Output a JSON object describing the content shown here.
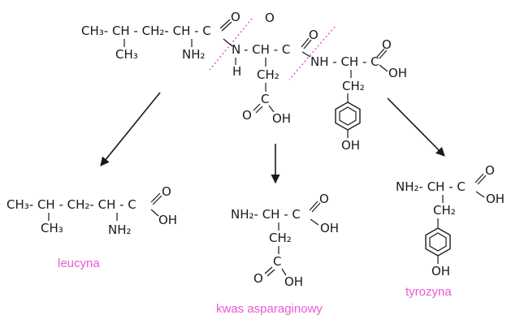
{
  "colors": {
    "ink": "#1a1a1a",
    "accent": "#e85bd2",
    "background": "#ffffff"
  },
  "tripeptide": {
    "leu_main": "CH₃- CH - CH₂- CH - C",
    "leu_o": "O",
    "leu_ch3": "CH₃",
    "leu_nh2": "NH₂",
    "stray_o": "O",
    "pep1_n": "N",
    "pep1_h": "H",
    "asp_main": "- CH - C",
    "asp_o": "O",
    "asp_ch2": "CH₂",
    "asp_c": "C",
    "asp_o2": "O",
    "asp_oh": "OH",
    "tyr_main": "NH - CH - C",
    "tyr_o": "O",
    "tyr_oh": "OH",
    "tyr_ch2": "CH₂",
    "tyr_ring_oh": "OH"
  },
  "leucine": {
    "main": "CH₃- CH - CH₂- CH - C",
    "o": "O",
    "oh": "OH",
    "ch3": "CH₃",
    "nh2": "NH₂",
    "name": "leucyna"
  },
  "aspartic": {
    "main": "NH₂- CH - C",
    "o": "O",
    "oh": "OH",
    "ch2": "CH₂",
    "c": "C",
    "o2": "O",
    "oh2": "OH",
    "name": "kwas asparaginowy"
  },
  "tyrosine": {
    "main": "NH₂- CH - C",
    "o": "O",
    "oh": "OH",
    "ch2": "CH₂",
    "ring_oh": "OH",
    "name": "tyrozyna"
  }
}
